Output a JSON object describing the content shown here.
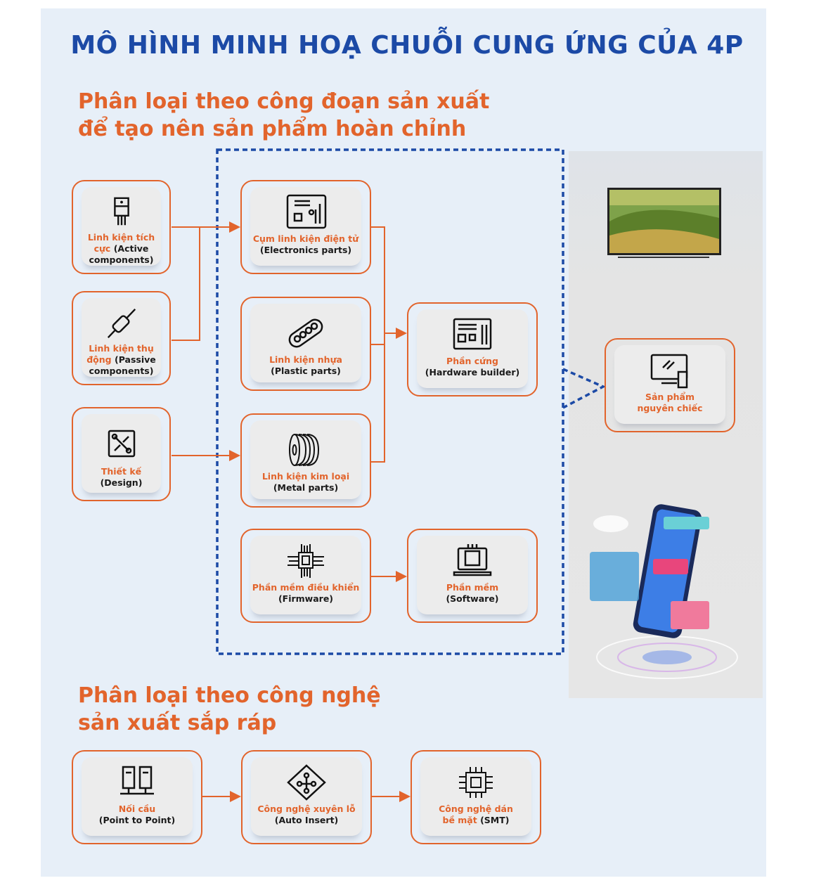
{
  "title": "MÔ HÌNH MINH HOẠ CHUỖI CUNG ỨNG CỦA 4P",
  "section1": {
    "line1": "Phân loại theo công đoạn sản xuất",
    "line2": "để tạo nên sản phẩm hoàn chỉnh"
  },
  "section2": {
    "line1": "Phân loại theo công nghệ",
    "line2": "sản xuất sắp ráp"
  },
  "nodes": {
    "active": {
      "vi": "Linh kiện tích",
      "vi2": "cực",
      "en": "(Active",
      "en2": "components)"
    },
    "passive": {
      "vi": "Linh kiện thụ",
      "vi2": "động",
      "en": "(Passive",
      "en2": "components)"
    },
    "design": {
      "vi": "Thiết kế",
      "en": "(Design)"
    },
    "electronics": {
      "vi": "Cụm linh kiện điện tử",
      "en": "(Electronics parts)"
    },
    "plastic": {
      "vi": "Linh kiện nhựa",
      "en": "(Plastic parts)"
    },
    "metal": {
      "vi": "Linh kiện kim loại",
      "en": "(Metal parts)"
    },
    "firmware": {
      "vi": "Phần mềm điều khiển",
      "en": "(Firmware)"
    },
    "hardware": {
      "vi": "Phần cứng",
      "en": "(Hardware builder)"
    },
    "software": {
      "vi": "Phần mềm",
      "en": "(Software)"
    },
    "product": {
      "vi": "Sản phẩm",
      "vi2": "nguyên chiếc"
    },
    "p2p": {
      "vi": "Nối cầu",
      "en": "(Point to Point)"
    },
    "autoinsert": {
      "vi": "Công nghệ xuyên lỗ",
      "en": "(Auto Insert)"
    },
    "smt": {
      "vi": "Công nghệ dán",
      "vi2": "bề mặt",
      "en": "(SMT)"
    }
  },
  "colors": {
    "accent": "#e2642c",
    "title": "#1c4aa6",
    "background": "#e7eff8"
  }
}
